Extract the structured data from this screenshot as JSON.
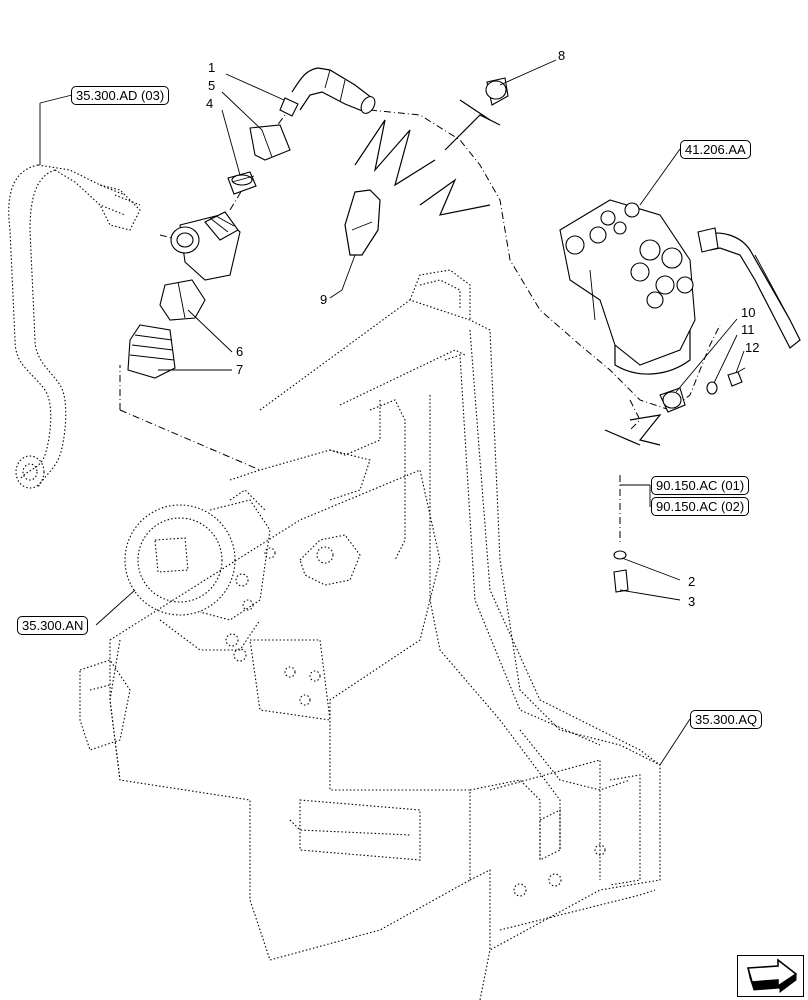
{
  "references": {
    "ref_35_300_ad_03": "35.300.AD (03)",
    "ref_41_206_aa": "41.206.AA",
    "ref_90_150_ac_01": "90.150.AC (01)",
    "ref_90_150_ac_02": "90.150.AC (02)",
    "ref_35_300_an": "35.300.AN",
    "ref_35_300_aq": "35.300.AQ"
  },
  "callouts": {
    "c1": "1",
    "c2": "2",
    "c3": "3",
    "c4": "4",
    "c5": "5",
    "c6": "6",
    "c7": "7",
    "c8": "8",
    "c9": "9",
    "c10": "10",
    "c11": "11",
    "c12": "12"
  },
  "icons": {
    "nav": "next-page-arrow-icon"
  }
}
